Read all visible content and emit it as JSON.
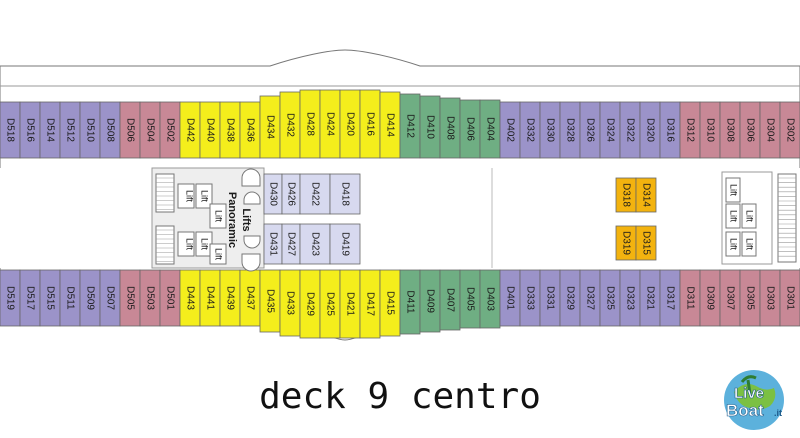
{
  "colors": {
    "purple": "#9b93c9",
    "pink": "#c88896",
    "yellow": "#f4ee1c",
    "green": "#6fae83",
    "blue_lavender": "#d7d9ef",
    "orange": "#f3b30f",
    "outline": "#666666",
    "corridor": "#ffffff",
    "lift_area": "#eeeeee"
  },
  "top_row": [
    {
      "label": "D518",
      "color": "purple"
    },
    {
      "label": "D516",
      "color": "purple"
    },
    {
      "label": "D514",
      "color": "purple"
    },
    {
      "label": "D512",
      "color": "purple"
    },
    {
      "label": "D510",
      "color": "purple"
    },
    {
      "label": "D508",
      "color": "purple"
    },
    {
      "label": "D506",
      "color": "pink"
    },
    {
      "label": "D504",
      "color": "pink"
    },
    {
      "label": "D502",
      "color": "pink"
    },
    {
      "label": "D442",
      "color": "yellow"
    },
    {
      "label": "D440",
      "color": "yellow"
    },
    {
      "label": "D438",
      "color": "yellow"
    },
    {
      "label": "D436",
      "color": "yellow"
    },
    {
      "label": "D434",
      "color": "yellow"
    },
    {
      "label": "D432",
      "color": "yellow"
    },
    {
      "label": "D428",
      "color": "yellow"
    },
    {
      "label": "D424",
      "color": "yellow"
    },
    {
      "label": "D420",
      "color": "yellow"
    },
    {
      "label": "D416",
      "color": "yellow"
    },
    {
      "label": "D414",
      "color": "yellow"
    },
    {
      "label": "D412",
      "color": "green"
    },
    {
      "label": "D410",
      "color": "green"
    },
    {
      "label": "D408",
      "color": "green"
    },
    {
      "label": "D406",
      "color": "green"
    },
    {
      "label": "D404",
      "color": "green"
    },
    {
      "label": "D402",
      "color": "purple"
    },
    {
      "label": "D332",
      "color": "purple"
    },
    {
      "label": "D330",
      "color": "purple"
    },
    {
      "label": "D328",
      "color": "purple"
    },
    {
      "label": "D326",
      "color": "purple"
    },
    {
      "label": "D324",
      "color": "purple"
    },
    {
      "label": "D322",
      "color": "purple"
    },
    {
      "label": "D320",
      "color": "purple"
    },
    {
      "label": "D316",
      "color": "purple"
    },
    {
      "label": "D312",
      "color": "pink"
    },
    {
      "label": "D310",
      "color": "pink"
    },
    {
      "label": "D308",
      "color": "pink"
    },
    {
      "label": "D306",
      "color": "pink"
    },
    {
      "label": "D304",
      "color": "pink"
    },
    {
      "label": "D302",
      "color": "pink"
    }
  ],
  "bottom_row": [
    {
      "label": "D519",
      "color": "purple"
    },
    {
      "label": "D517",
      "color": "purple"
    },
    {
      "label": "D515",
      "color": "purple"
    },
    {
      "label": "D511",
      "color": "purple"
    },
    {
      "label": "D509",
      "color": "purple"
    },
    {
      "label": "D507",
      "color": "purple"
    },
    {
      "label": "D505",
      "color": "pink"
    },
    {
      "label": "D503",
      "color": "pink"
    },
    {
      "label": "D501",
      "color": "pink"
    },
    {
      "label": "D443",
      "color": "yellow"
    },
    {
      "label": "D441",
      "color": "yellow"
    },
    {
      "label": "D439",
      "color": "yellow"
    },
    {
      "label": "D437",
      "color": "yellow"
    },
    {
      "label": "D435",
      "color": "yellow"
    },
    {
      "label": "D433",
      "color": "yellow"
    },
    {
      "label": "D429",
      "color": "yellow"
    },
    {
      "label": "D425",
      "color": "yellow"
    },
    {
      "label": "D421",
      "color": "yellow"
    },
    {
      "label": "D417",
      "color": "yellow"
    },
    {
      "label": "D415",
      "color": "yellow"
    },
    {
      "label": "D411",
      "color": "green"
    },
    {
      "label": "D409",
      "color": "green"
    },
    {
      "label": "D407",
      "color": "green"
    },
    {
      "label": "D405",
      "color": "green"
    },
    {
      "label": "D403",
      "color": "green"
    },
    {
      "label": "D401",
      "color": "purple"
    },
    {
      "label": "D333",
      "color": "purple"
    },
    {
      "label": "D331",
      "color": "purple"
    },
    {
      "label": "D329",
      "color": "purple"
    },
    {
      "label": "D327",
      "color": "purple"
    },
    {
      "label": "D325",
      "color": "purple"
    },
    {
      "label": "D323",
      "color": "purple"
    },
    {
      "label": "D321",
      "color": "purple"
    },
    {
      "label": "D317",
      "color": "purple"
    },
    {
      "label": "D311",
      "color": "pink"
    },
    {
      "label": "D309",
      "color": "pink"
    },
    {
      "label": "D307",
      "color": "pink"
    },
    {
      "label": "D305",
      "color": "pink"
    },
    {
      "label": "D303",
      "color": "pink"
    },
    {
      "label": "D301",
      "color": "pink"
    }
  ],
  "inner_top": [
    "D430",
    "D426",
    "D422",
    "D418"
  ],
  "inner_bottom": [
    "D431",
    "D427",
    "D423",
    "D419"
  ],
  "orange_top": [
    "D318",
    "D314"
  ],
  "orange_bottom": [
    "D319",
    "D315"
  ],
  "lift_label": "Lift",
  "panoramic_lifts": [
    "Panoramic",
    "Lifts"
  ],
  "deck_title": "deck 9 centro",
  "logo": {
    "line1": "Live",
    "line2": "Boat",
    "suffix": ".it"
  }
}
